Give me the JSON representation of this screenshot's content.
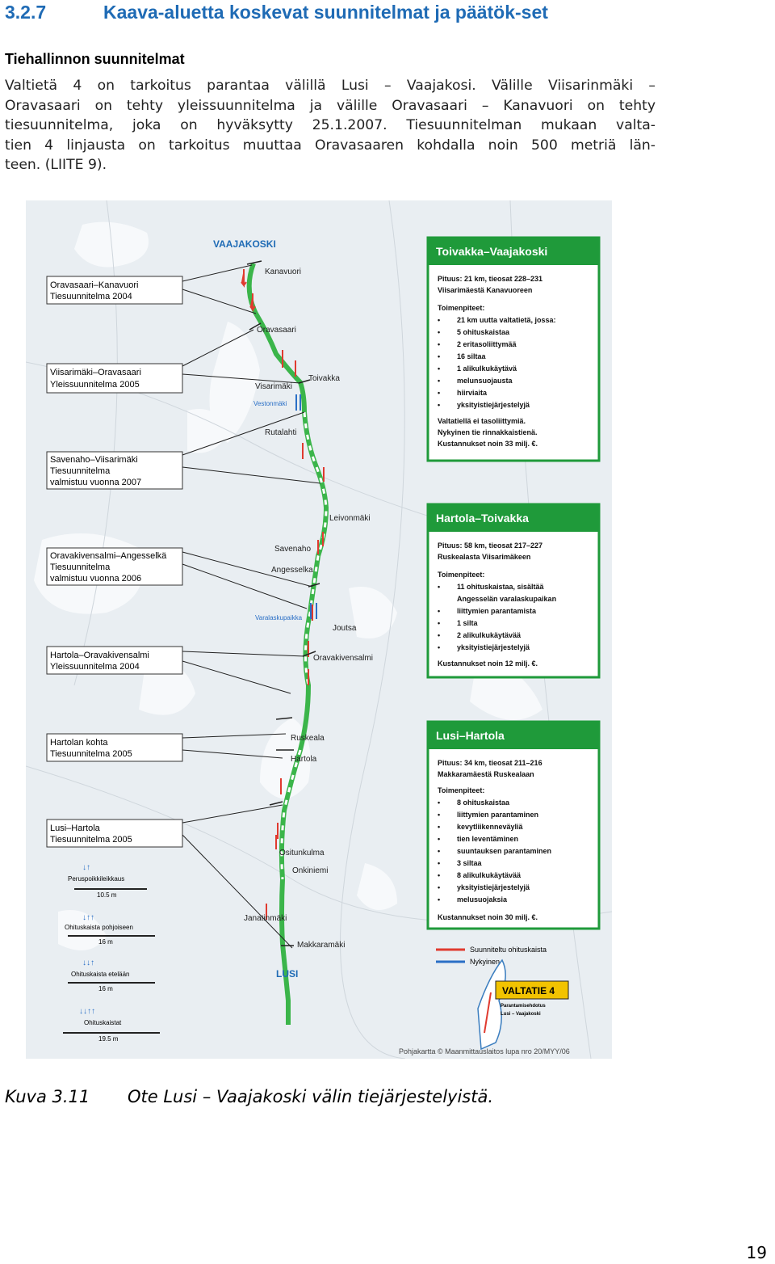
{
  "heading": {
    "number": "3.2.7",
    "title": "Kaava-aluetta koskevat suunnitelmat ja päätök-set"
  },
  "subheading": "Tiehallinnon suunnitelmat",
  "paragraph_lines": [
    "Valtietä 4 on tarkoitus parantaa välillä Lusi – Vaajakosi. Välille Viisarinmäki –",
    "Oravasaari on tehty yleissuunnitelma ja välille Oravasaari – Kanavuori on tehty",
    "tiesuunnitelma, joka on hyväksytty 25.1.2007. Tiesuunnitelman mukaan valta-",
    "tien 4 linjausta on tarkoitus muuttaa Oravasaaren kohdalla noin 500 metriä län-",
    "teen. (LIITE 9)."
  ],
  "map": {
    "places": {
      "vaajakoski": "VAAJAKOSKI",
      "lusi": "LUSI",
      "kanavuori": "Kanavuori",
      "oravasaari": "Oravasaari",
      "visarimaki": "Visarimäki",
      "toivakka": "Toivakka",
      "rutalahti": "Rutalahti",
      "leivonmaki": "Leivonmäki",
      "savenaho": "Savenaho",
      "angesselka": "Angesselka",
      "joutsa": "Joutsa",
      "oravakivensalmi": "Oravakivensalmi",
      "ruskeala": "Ruskeala",
      "hartola": "Hartola",
      "ositunkulma": "Ositunkulma",
      "onkiniemi": "Onkiniemi",
      "janatinmaki": "Janatinmäki",
      "makkaramaki": "Makkaramäki",
      "vesalkupaikka": "Varalaskupaikka",
      "vestonmaki": "Vestonmäki"
    },
    "left_labels": [
      [
        "Oravasaari–Kanavuori",
        "Tiesuunnitelma 2004"
      ],
      [
        "Viisarimäki–Oravasaari",
        "Yleissuunnitelma 2005"
      ],
      [
        "Savenaho–Viisarimäki",
        "Tiesuunnitelma",
        "valmistuu vuonna 2007"
      ],
      [
        "Oravakivensalmi–Angesselkä",
        "Tiesuunnitelma",
        "valmistuu vuonna 2006"
      ],
      [
        "Hartola–Oravakivensalmi",
        "Yleissuunnitelma 2004"
      ],
      [
        "Hartolan kohta",
        "Tiesuunnitelma 2005"
      ],
      [
        "Lusi–Hartola",
        "Tiesuunnitelma 2005"
      ]
    ],
    "boxes": [
      {
        "title": "Toivakka–Vaajakoski",
        "lines": [
          "Pituus: 21 km, tieosat 228–231",
          "Viisarimäestä Kanavuoreen"
        ],
        "measures_title": "Toimenpiteet:",
        "bullets": [
          "21 km uutta valtatietä, jossa:"
        ],
        "subitems": [
          "5 ohituskaistaa",
          "2 eritasoliittymää",
          "16 siltaa",
          "1 alikulkukäytävä",
          "melunsuojausta",
          "hiirviaita",
          "yksityistiejärjestelyjä"
        ],
        "footer": [
          "Valtatiellä ei tasoliittymiä.",
          "Nykyinen tie rinnakkaistienä.",
          "Kustannukset noin 33 milj. €."
        ]
      },
      {
        "title": "Hartola–Toivakka",
        "lines": [
          "Pituus: 58 km, tieosat 217–227",
          "Ruskealasta Viisarimäkeen"
        ],
        "measures_title": "Toimenpiteet:",
        "bullets": [
          "11 ohituskaistaa, sisältää",
          "Angesselän varalaskupaikan",
          "liittymien parantamista",
          "1 silta",
          "2 alikulkukäytävää",
          "yksityistiejärjestelyjä"
        ],
        "bullet_marks": [
          true,
          false,
          true,
          true,
          true,
          true
        ],
        "footer": [
          "Kustannukset noin 12 milj. €."
        ]
      },
      {
        "title": "Lusi–Hartola",
        "lines": [
          "Pituus: 34 km, tieosat 211–216",
          "Makkaramäestä Ruskealaan"
        ],
        "measures_title": "Toimenpiteet:",
        "bullets": [
          "8 ohituskaistaa",
          "liittymien parantaminen",
          "kevytliikenneväyliä",
          "tien leventäminen",
          "suuntauksen parantaminen",
          "3 siltaa",
          "8 alikulkukäytävää",
          "yksityistiejärjestelyjä",
          "melusuojaksia"
        ],
        "footer": [
          "Kustannukset noin 30 milj. €."
        ]
      }
    ],
    "cross_sections": [
      {
        "label": "Peruspoikkileikkaus",
        "width": "10.5 m"
      },
      {
        "label": "Ohituskaista pohjoiseen",
        "width": "16 m"
      },
      {
        "label": "Ohituskaista etelään",
        "width": "16 m"
      },
      {
        "label": "Ohituskaistat",
        "width": "19.5 m"
      }
    ],
    "legend": {
      "planned": "Suunniteltu ohituskaista",
      "existing": "Nykyinen"
    },
    "badge": {
      "title": "VALTATIE 4",
      "line1": "Parantamisehdotus",
      "line2": "Lusi – Vaajakoski"
    },
    "credit": "Pohjakartta © Maanmittauslaitos lupa nro 20/MYY/06",
    "colors": {
      "route": "#3bb54a",
      "box_green": "#1f9a3a",
      "planned": "#e03a2f",
      "existing": "#2a6fc6",
      "badge": "#f2c300"
    }
  },
  "caption": {
    "label": "Kuva 3.11",
    "text": "Ote Lusi – Vaajakoski välin tiejärjestelyistä."
  },
  "page_number": "19"
}
